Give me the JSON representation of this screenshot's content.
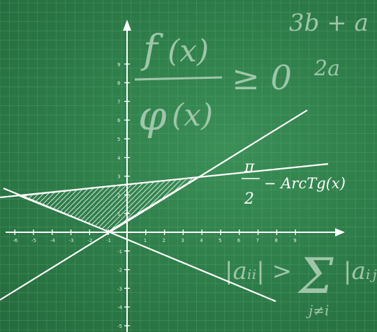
{
  "scene": "chalkboard-graph-paper",
  "colors": {
    "board": "#2f7f4b",
    "grid": "#5fa779",
    "chalk": "#ffffff",
    "faded": "#9fc6a9"
  },
  "x_axis": {
    "ticks": [
      "-6",
      "-5",
      "-4",
      "-3",
      "-2",
      "-1",
      "1",
      "2",
      "3",
      "4",
      "5",
      "6",
      "7",
      "8",
      "9"
    ]
  },
  "y_axis": {
    "ticks": [
      "9",
      "8",
      "7",
      "6",
      "5",
      "4",
      "3",
      "2",
      "1",
      "-1",
      "-2",
      "-3",
      "-4",
      "-5"
    ]
  },
  "formulas": {
    "top_right": "3b + a",
    "den_right": "2a",
    "f": "f",
    "x1": "(x)",
    "phi": "φ",
    "x2": "(x)",
    "ineq": "≥ 0",
    "pi": "π",
    "two": "2",
    "arctg": "− ArcTg(x)",
    "aii": "|aᵢᵢ| >",
    "sum": "Σ",
    "aij": "|aᵢⱼ|",
    "jne": "j≠i"
  },
  "icons": {
    "shaded_region": "hatched-triangle-icon"
  }
}
